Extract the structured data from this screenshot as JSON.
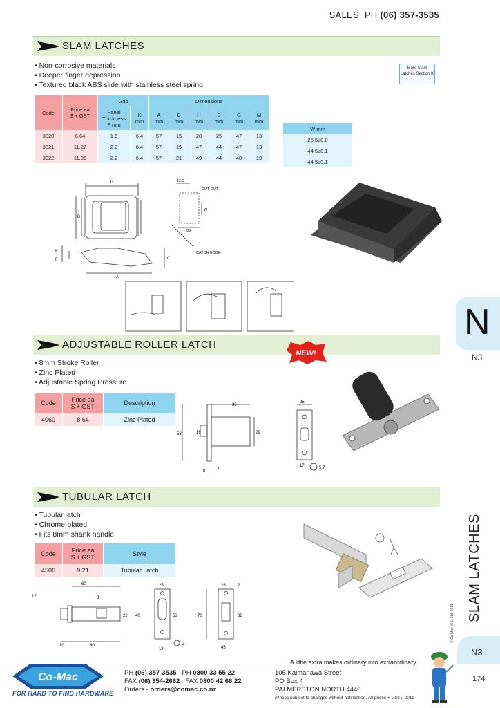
{
  "header": {
    "sales_label": "SALES",
    "ph_label": "PH",
    "phone": "(06) 357-3535"
  },
  "sections": {
    "slam": {
      "title": "SLAM LATCHES",
      "features": [
        "Non-corrosive materials",
        "Deeper finger depression",
        "Textured black ABS slide with stainless steel spring"
      ],
      "more_button": {
        "line1": "More Slam",
        "line2": "Latches Section K"
      },
      "table": {
        "h_code": "Code",
        "h_price": "Price ea",
        "h_price2": "$ + GST",
        "h_grip": "Grip",
        "h_dims": "Dimensions",
        "h_panel1": "Panel",
        "h_panel2": "Thickness",
        "h_panel3": "F mm",
        "h_k": "K",
        "h_a": "A",
        "h_c": "C",
        "h_h": "H",
        "h_b": "B",
        "h_g": "G",
        "h_m": "M",
        "h_mm": "mm",
        "h_w": "W mm",
        "rows": [
          {
            "code": "3320",
            "price": "6.64",
            "f": "1.6",
            "k": "6.4",
            "a": "57",
            "c": "15",
            "h": "28",
            "b": "25",
            "g": "47",
            "m": "13",
            "w": "25.5±0.0"
          },
          {
            "code": "3321",
            "price": "11.27",
            "f": "2.2",
            "k": "6.4",
            "a": "57",
            "c": "15",
            "h": "47",
            "b": "44",
            "g": "47",
            "m": "13",
            "w": "44.5±0.1"
          },
          {
            "code": "3322",
            "price": "11.05",
            "f": "2.2",
            "k": "6.4",
            "a": "57",
            "c": "21",
            "h": "49",
            "b": "44",
            "g": "48",
            "m": "19",
            "w": "44.5±0.1"
          }
        ]
      },
      "diagram_labels": {
        "g": "G",
        "b": "B",
        "k": "K",
        "f": "F",
        "c": "C",
        "a": "A",
        "cutout": "CUT OUT",
        "catch_edge": "CATCH EDGE",
        "d125": "12.5",
        "d38": "38",
        "w": "W"
      }
    },
    "roller": {
      "title": "ADJUSTABLE ROLLER LATCH",
      "new_badge": "NEW!",
      "features": [
        "8mm Stroke Roller",
        "Zinc Plated",
        "Adjustable Spring Pressure"
      ],
      "table": {
        "h_code": "Code",
        "h_price": "Price ea",
        "h_price2": "$ + GST",
        "h_desc": "Description",
        "rows": [
          {
            "code": "4060",
            "price": "8.64",
            "desc": "Zinc Plated"
          }
        ]
      },
      "dims": {
        "d36": "36",
        "d58": "58",
        "d16": "16",
        "d29": "29",
        "d8": "8",
        "d3": "3",
        "d25": "25",
        "d17": "17",
        "d57": "5.7"
      }
    },
    "tubular": {
      "title": "TUBULAR LATCH",
      "features": [
        "Tubular latch",
        "Chrome-plated",
        "Fits 8mm shank handle"
      ],
      "table": {
        "h_code": "Code",
        "h_price": "Price ea",
        "h_price2": "$ + GST",
        "h_style": "Style",
        "rows": [
          {
            "code": "4506",
            "price": "9.21",
            "style": "Tubular Latch"
          }
        ]
      },
      "dims": {
        "d60": "60",
        "d8": "8",
        "d12": "12",
        "d22": "22",
        "d10": "10",
        "d80": "80",
        "d25": "25",
        "d53": "53",
        "d40": "40",
        "d18": "18",
        "d4": "4",
        "d28": "28",
        "d2": "2",
        "d70": "70",
        "d38": "38",
        "d45": "45"
      }
    }
  },
  "side": {
    "letter": "N",
    "page_ref": "N3",
    "vertical_title": "SLAM LATCHES",
    "page_ref2": "N3",
    "page_number": "174",
    "copyright": "© Co-Mac 2011 Ltd. 2011"
  },
  "footer": {
    "logo": "Co-Mac",
    "slogan": "FOR HARD TO FIND HARDWARE",
    "tagline": "A little extra makes ordinary into extraordinary.",
    "ph_label": "PH",
    "ph": "(06) 357-3535",
    "ph2_label": "PH",
    "ph2": "0800 33 55 22",
    "fax_label": "FAX",
    "fax": "(06) 354-2662",
    "fax2_label": "FAX",
    "fax2": "0800 42 66 22",
    "orders_label": "Orders -",
    "orders_email": "orders@comac.co.nz",
    "addr1": "105 Kaimanawa Street",
    "addr2": "PO Box 4",
    "addr3": "PALMERSTON NORTH 4440",
    "note": "(Prices subject to changes without notification. All prices + GST). 2011"
  },
  "colors": {
    "pink": "#f4a0a0",
    "blue": "#8fd3ef",
    "bar": "#e3efd2",
    "logo_blue": "#1b4fa0"
  }
}
